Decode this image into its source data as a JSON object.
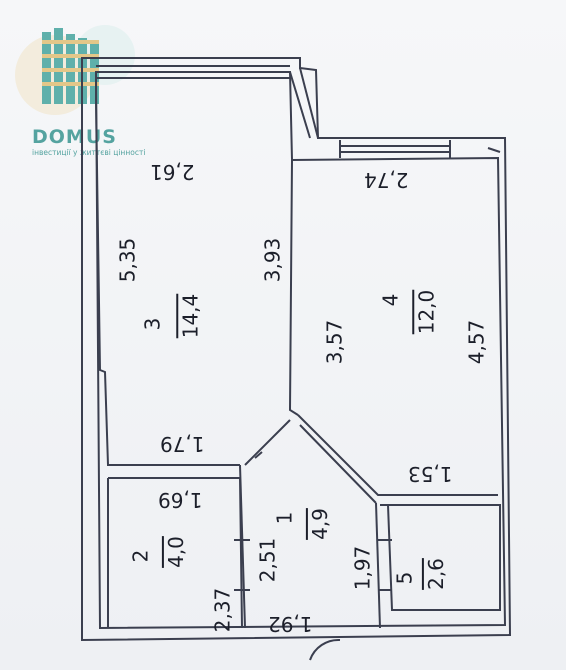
{
  "logo": {
    "word": "DOMUS",
    "tagline": "інвестиції у життєві цінності"
  },
  "rooms": [
    {
      "key": "room3",
      "number": "3",
      "area": "14,4",
      "dims": [
        "2,61",
        "5,35",
        "1,79"
      ]
    },
    {
      "key": "room4",
      "number": "4",
      "area": "12,0",
      "dims": [
        "2,74",
        "3,57",
        "4,57",
        "1,53"
      ]
    },
    {
      "key": "room1",
      "number": "1",
      "area": "4,9",
      "dims": [
        "3,93",
        "2,51",
        "1,97"
      ]
    },
    {
      "key": "room2",
      "number": "2",
      "area": "4,0",
      "dims": [
        "1,69",
        "2,37",
        "1,92"
      ]
    },
    {
      "key": "room5",
      "number": "5",
      "area": "2,6",
      "dims": []
    }
  ],
  "colors": {
    "wall": "#3b3f4f",
    "text": "#1c1f2a",
    "logo_teal": "#54a3a0",
    "logo_gold": "#e3c789"
  }
}
